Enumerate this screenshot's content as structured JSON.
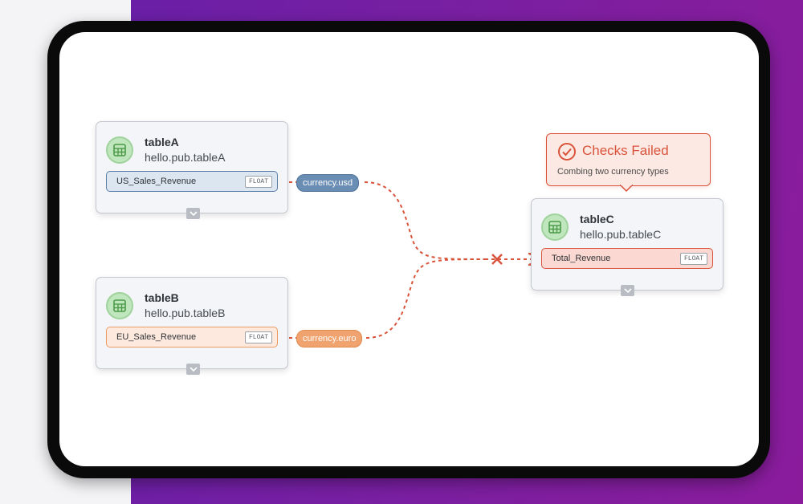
{
  "colors": {
    "background": "#f4f4f6",
    "accent_purple": "#7c1fa0",
    "usd_blue": "#6a8db4",
    "euro_orange": "#f0a36e",
    "error_red": "#d9533a",
    "table_icon_green": "#bfe6bd"
  },
  "nodes": {
    "tableA": {
      "icon": "table-icon",
      "title": "tableA",
      "path": "hello.pub.tableA",
      "column": {
        "name": "US_Sales_Revenue",
        "type": "FLOAT"
      },
      "expand_icon": "chevron-down-icon"
    },
    "tableB": {
      "icon": "table-icon",
      "title": "tableB",
      "path": "hello.pub.tableB",
      "column": {
        "name": "EU_Sales_Revenue",
        "type": "FLOAT"
      },
      "expand_icon": "chevron-down-icon"
    },
    "tableC": {
      "icon": "table-icon",
      "title": "tableC",
      "path": "hello.pub.tableC",
      "column": {
        "name": "Total_Revenue",
        "type": "FLOAT"
      },
      "expand_icon": "chevron-down-icon"
    }
  },
  "tags": {
    "usd": "currency.usd",
    "euro": "currency.euro"
  },
  "edges": [
    {
      "from": "tableA.US_Sales_Revenue",
      "to": "tableC.Total_Revenue",
      "style": "dashed"
    },
    {
      "from": "tableB.EU_Sales_Revenue",
      "to": "tableC.Total_Revenue",
      "style": "dashed"
    }
  ],
  "error_marker_icon": "x-icon",
  "callout": {
    "icon": "check-circle-icon",
    "title": "Checks Failed",
    "message": "Combing two currency types"
  }
}
